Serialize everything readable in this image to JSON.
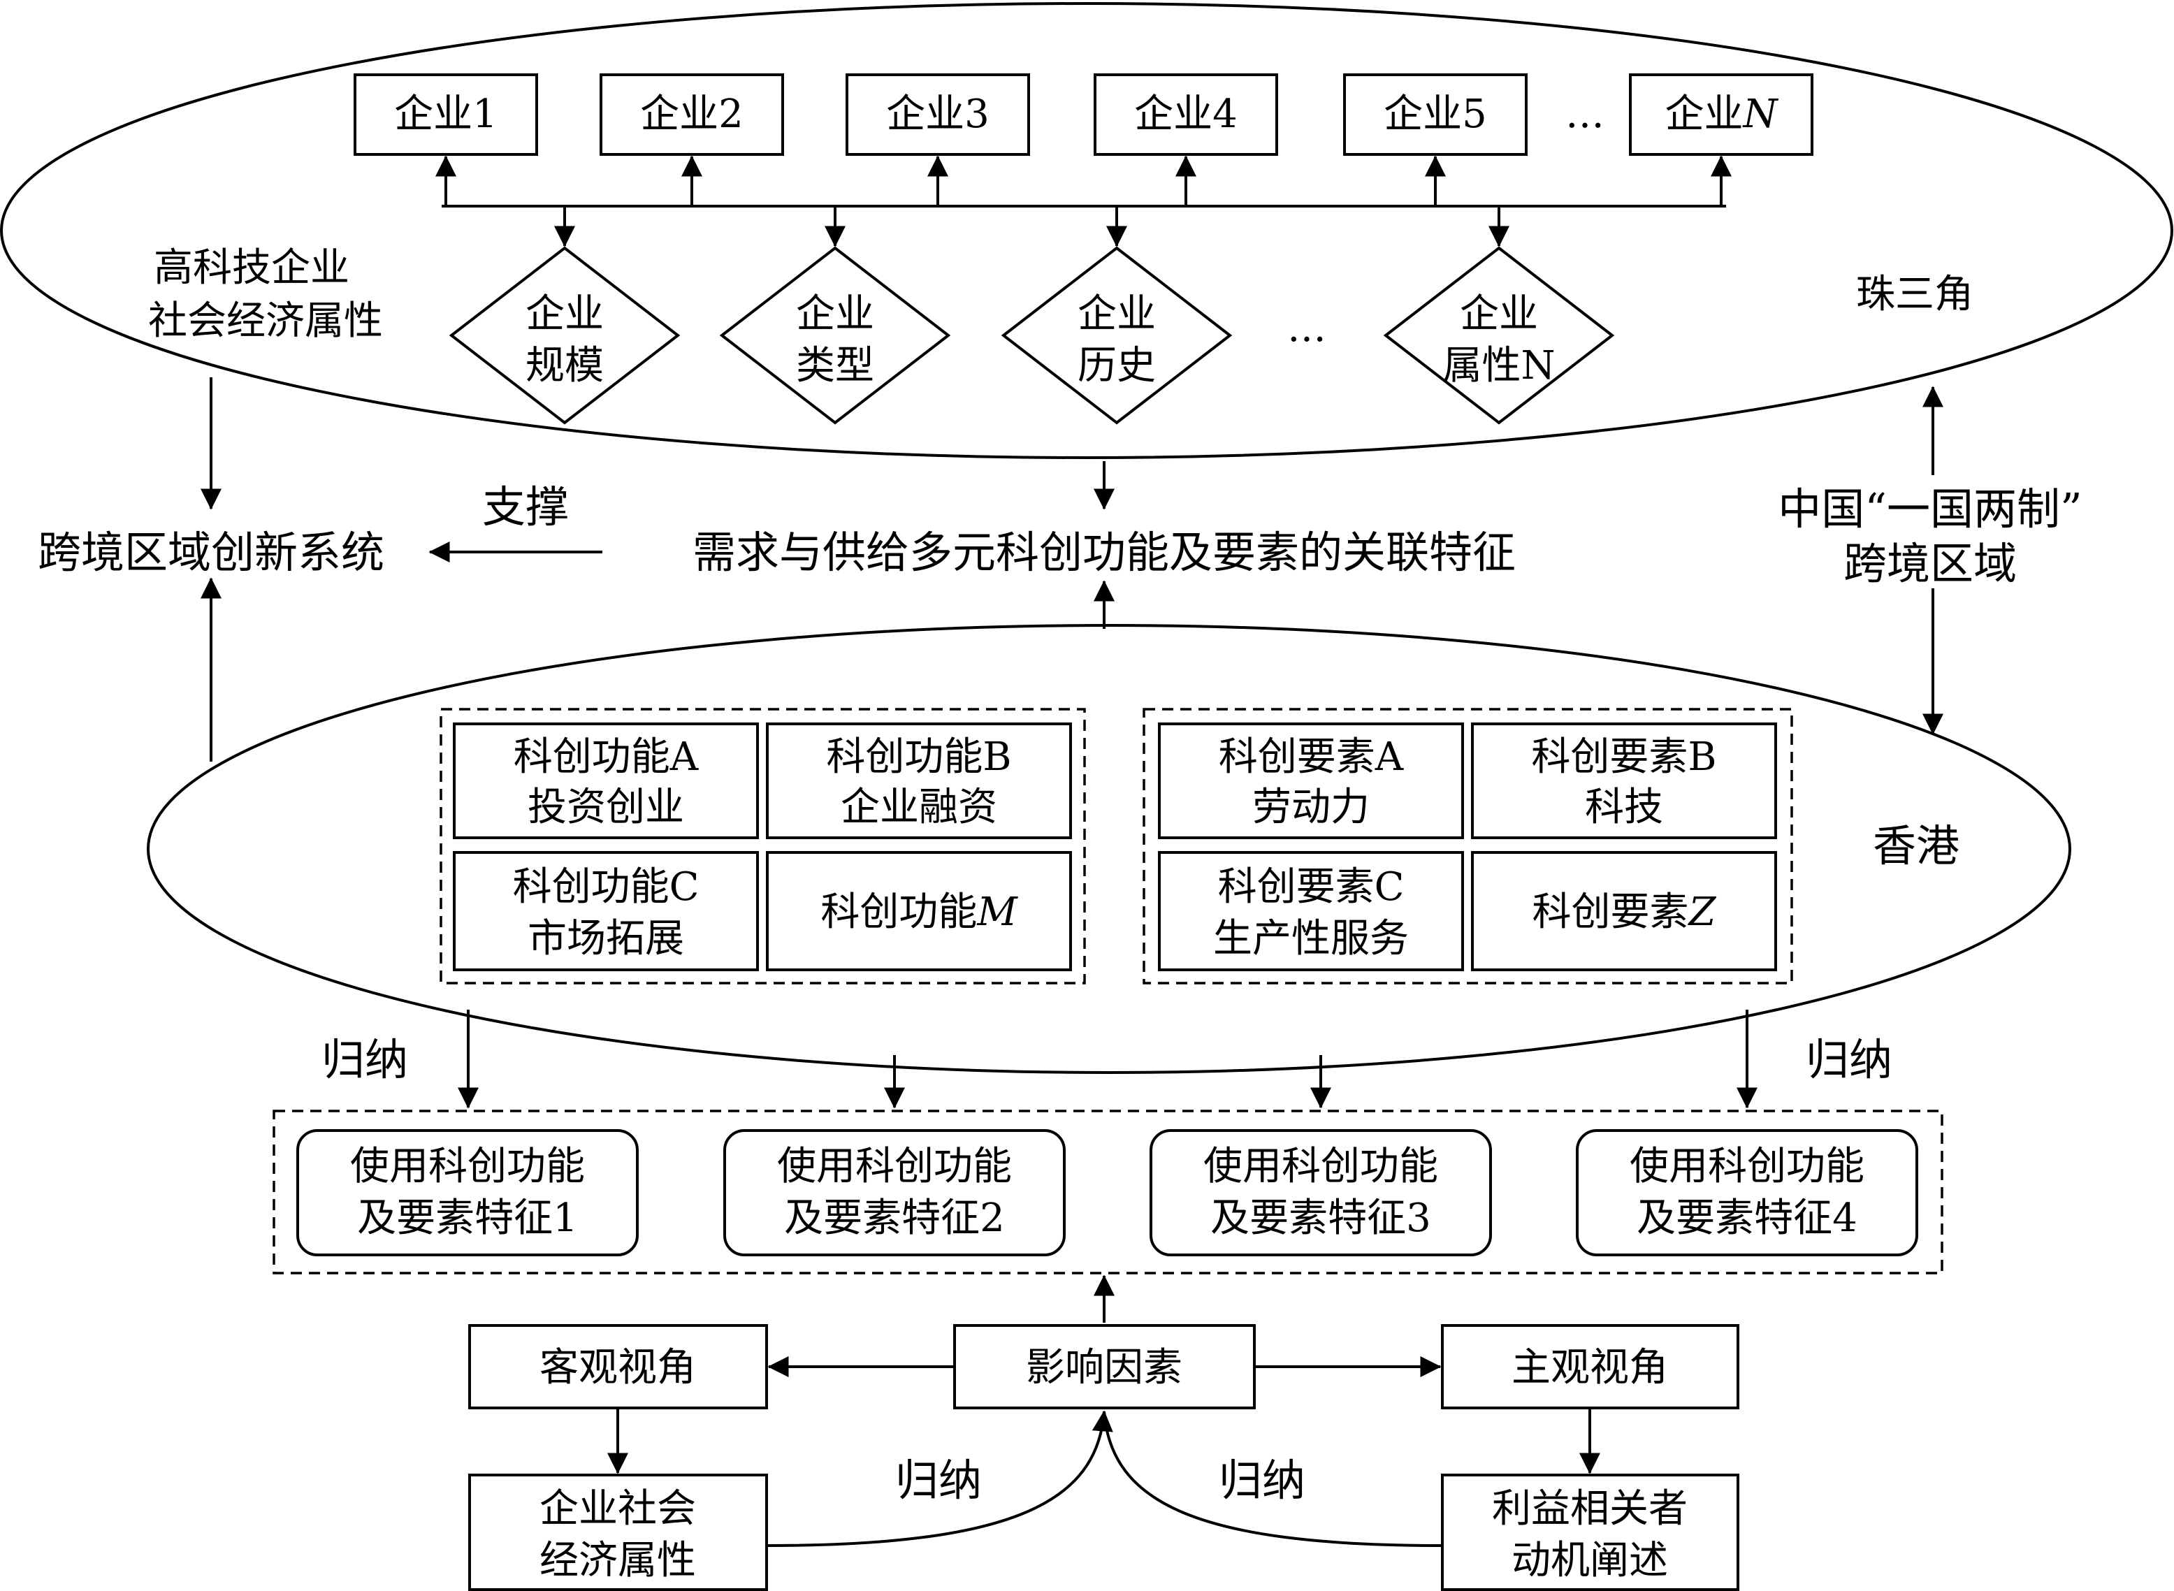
{
  "pearl_delta": {
    "label": "珠三角",
    "side_label_line1": "高科技企业",
    "side_label_line2": "社会经济属性",
    "enterprises": [
      "企业1",
      "企业2",
      "企业3",
      "企业4",
      "企业5"
    ],
    "enterprise_last_prefix": "企业",
    "enterprise_last_suffix": "N",
    "enterprise_ellipsis": "…",
    "attributes": [
      {
        "line1": "企业",
        "line2": "规模"
      },
      {
        "line1": "企业",
        "line2": "类型"
      },
      {
        "line1": "企业",
        "line2": "历史"
      },
      {
        "line1": "企业",
        "line2": "属性N"
      }
    ],
    "attribute_ellipsis": "…"
  },
  "middle": {
    "innovation_system": "跨境区域创新系统",
    "support": "支撑",
    "correlation": "需求与供给多元科创功能及要素的关联特征",
    "region_line1": "中国“一国两制”",
    "region_line2": "跨境区域"
  },
  "hong_kong": {
    "label": "香港",
    "functions": [
      {
        "line1": "科创功能A",
        "line2": "投资创业"
      },
      {
        "line1": "科创功能B",
        "line2": "企业融资"
      },
      {
        "line1": "科创功能C",
        "line2": "市场拓展"
      }
    ],
    "function_m_prefix": "科创功能",
    "function_m_suffix": "M",
    "elements": [
      {
        "line1": "科创要素A",
        "line2": "劳动力"
      },
      {
        "line1": "科创要素B",
        "line2": "科技"
      },
      {
        "line1": "科创要素C",
        "line2": "生产性服务"
      }
    ],
    "element_z_prefix": "科创要素",
    "element_z_suffix": "Z"
  },
  "induction_left": "归纳",
  "induction_right": "归纳",
  "features": [
    {
      "line1": "使用科创功能",
      "line2": "及要素特征1"
    },
    {
      "line1": "使用科创功能",
      "line2": "及要素特征2"
    },
    {
      "line1": "使用科创功能",
      "line2": "及要素特征3"
    },
    {
      "line1": "使用科创功能",
      "line2": "及要素特征4"
    }
  ],
  "bottom": {
    "influence": "影响因素",
    "objective": "客观视角",
    "subjective": "主观视角",
    "socio_line1": "企业社会",
    "socio_line2": "经济属性",
    "stakeholder_line1": "利益相关者",
    "stakeholder_line2": "动机阐述",
    "induction_a": "归纳",
    "induction_b": "归纳"
  }
}
